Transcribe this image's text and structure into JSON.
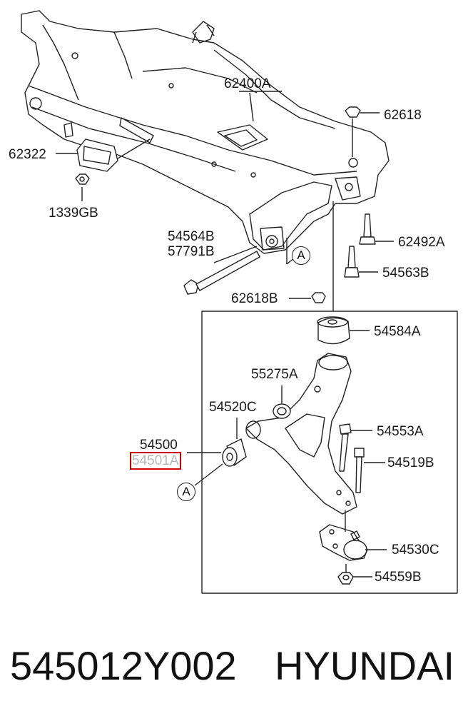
{
  "parts": {
    "subframe": "62400A",
    "nut_top": "62618",
    "bracket": "62322",
    "nut_bracket": "1339GB",
    "bolt_front_1": "54564B",
    "bolt_front_2": "57791B",
    "nut_lower": "62618B",
    "bolt_rear": "62492A",
    "bolt_rear_small": "54563B",
    "bushing_vertical": "54584A",
    "washer": "55275A",
    "bushing_front": "54520C",
    "assembly": "54500",
    "assembly_highlighted": "54501A",
    "bolt_arm": "54553A",
    "bolt_balljoint": "54519B",
    "ball_joint": "54530C",
    "nut_balljoint": "54559B"
  },
  "reference_marker": "A",
  "footer": {
    "part_number": "545012Y002",
    "brand": "HYUNDAI"
  },
  "colors": {
    "line": "#222222",
    "highlight_box": "#d40000",
    "highlight_text": "#b8b8b8"
  }
}
